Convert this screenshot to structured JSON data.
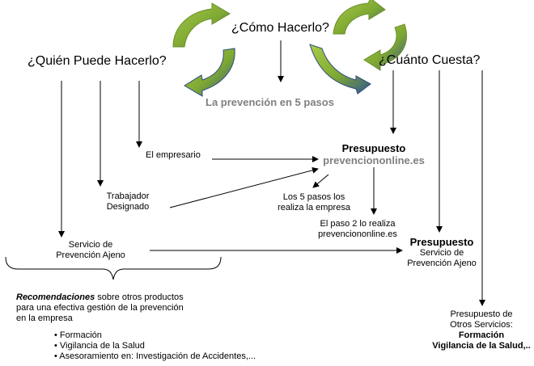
{
  "questions": {
    "como": "¿Cómo Hacerlo?",
    "quien": "¿Quién Puede Hacerlo?",
    "cuanto": "¿Cuánto Cuesta?"
  },
  "center_title": "La prevención en 5 pasos",
  "actors": {
    "empresario": "El empresario",
    "trabajador": [
      "Trabajador",
      "Designado"
    ],
    "servicio": [
      "Servicio de",
      "Prevención Ajeno"
    ]
  },
  "presupuesto_online": {
    "title": "Presupuesto",
    "site": "prevenciononline.es"
  },
  "notes": {
    "cinco_pasos": [
      "Los 5 pasos los",
      "realiza la empresa"
    ],
    "paso2": [
      "El paso 2 lo realiza",
      "prevenciononline.es"
    ]
  },
  "presupuesto_spa": {
    "title": "Presupuesto",
    "lines": [
      "Servicio de",
      "Prevención Ajeno"
    ]
  },
  "otros": {
    "lines": [
      "Presupuesto de",
      "Otros Servicios:"
    ],
    "bold": [
      "Formación",
      "Vigilancia de la Salud,.."
    ]
  },
  "recomendaciones": {
    "lead": "Recomendaciones",
    "rest_line1": " sobre otros productos",
    "lines": [
      "para una efectiva gestión de la prevención",
      "en la empresa"
    ],
    "bullets": [
      "• Formación",
      "• Vigilancia de la Salud",
      "• Asesoramiento en: Investigación de Accidentes,..."
    ]
  },
  "colors": {
    "arrow_green": "#8db33a",
    "arrow_blue": "#3d5a99",
    "grey_text": "#808080",
    "line": "#000000"
  },
  "icons": [
    "cycle-arrow-icon"
  ]
}
